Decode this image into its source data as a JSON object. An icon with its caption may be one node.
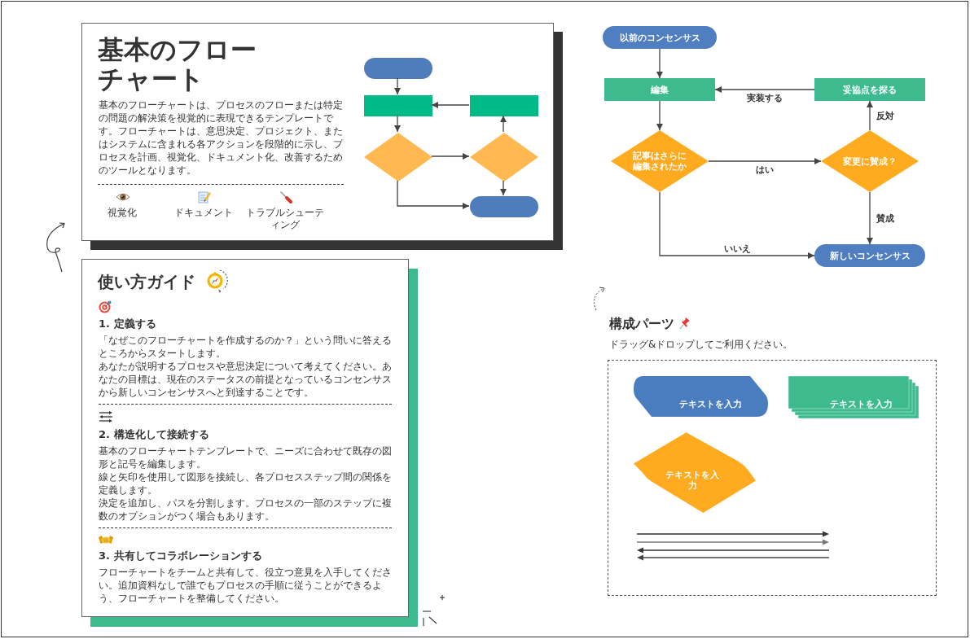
{
  "diagram": {
    "nodes": [
      {
        "text": [
          "基本のフローチャート",
          "基本のフローチャートは、プロセスのフローまたは特定の問題の解決策を視覚的に表現できるテンプレートです。フローチャートは、意思決定、プロジェクト、またはシステムに含まれる各アクションを段階的に示し、プロセスを計画、視覚化、ドキュメント化、改善するためのツールとなります。"
        ]
      },
      {
        "text": [],
        "shape": "pill",
        "in": 0
      },
      {
        "text": [],
        "shape": "box",
        "in": 0
      },
      {
        "text": [],
        "shape": "box",
        "in": 0
      },
      {
        "text": [],
        "shape": "diamond",
        "in": 0
      },
      {
        "text": [],
        "shape": "diamond",
        "in": 0
      },
      {
        "text": [],
        "shape": "pill",
        "in": 0
      },
      {
        "text": [
          "使い方ガイド",
          "1. 定義する",
          "「なぜこのフローチャートを作成するのか？」という問いに答えるところからスタートします。",
          "あなたが説明するプロセスや意思決定について考えてください。あなたの目標は、現在のステータスの前提となっているコンセンサスから新しいコンセンサスへと到達することです。",
          "2. 構造化して接続する",
          "基本のフローチャートテンプレートで、ニーズに合わせて既存の図形と記号を編集します。",
          "線と矢印を使用して図形を接続し、各プロセスステップ間の関係を定義します。",
          "決定を追加し、パスを分割します。プロセスの一部のステップに複数のオプションがつく場合もあります。",
          "3. 共有してコラボレーションする",
          "フローチャートをチームと共有して、役立つ意見を入手してください。追加資料なしで誰でもプロセスの手順に従うことができるよう、フローチャートを整備してください。"
        ]
      },
      {
        "text": [
          "以前のコンセンサス"
        ]
      },
      {
        "text": [
          "編集"
        ]
      },
      {
        "text": [
          "妥協点を探る"
        ]
      },
      {
        "text": [
          "記事はさらに編集されたか"
        ]
      },
      {
        "text": [
          "変更に賛成？"
        ]
      },
      {
        "text": [
          "新しいコンセンサス"
        ]
      },
      {
        "text": [
          "構成パーツ",
          "ドラッグ&ドロップしてご利用ください。"
        ]
      },
      {
        "text": [
          "テキストを入力"
        ],
        "in": 14
      },
      {
        "text": [
          "テキストを入力"
        ],
        "in": 14
      },
      {
        "text": [
          "テキストを入力"
        ],
        "in": 14
      }
    ],
    "edges": [
      {
        "from": 1,
        "to": 2,
        "arrow": "to"
      },
      {
        "from": 3,
        "to": 2,
        "arrow": "to"
      },
      {
        "from": 2,
        "to": 4,
        "arrow": "to"
      },
      {
        "from": 4,
        "to": 5,
        "arrow": "to"
      },
      {
        "from": 5,
        "to": 3,
        "arrow": "to"
      },
      {
        "from": 5,
        "to": 6,
        "arrow": "to"
      },
      {
        "from": 4,
        "to": 6,
        "arrow": "to"
      },
      {
        "from": 8,
        "to": 9,
        "arrow": "to"
      },
      {
        "from": 10,
        "to": 9,
        "arrow": "to",
        "label": "実装する"
      },
      {
        "from": 9,
        "to": 11,
        "arrow": "to"
      },
      {
        "from": 11,
        "to": 12,
        "arrow": "to",
        "label": "はい"
      },
      {
        "from": 12,
        "to": 10,
        "arrow": "to",
        "label": "反対"
      },
      {
        "from": 12,
        "to": 13,
        "arrow": "to",
        "label": "賛成"
      },
      {
        "from": 11,
        "to": 13,
        "arrow": "to",
        "label": "いいえ"
      }
    ],
    "labels": [
      "視覚化",
      "ドキュメント",
      "トラブルシューティング"
    ]
  }
}
